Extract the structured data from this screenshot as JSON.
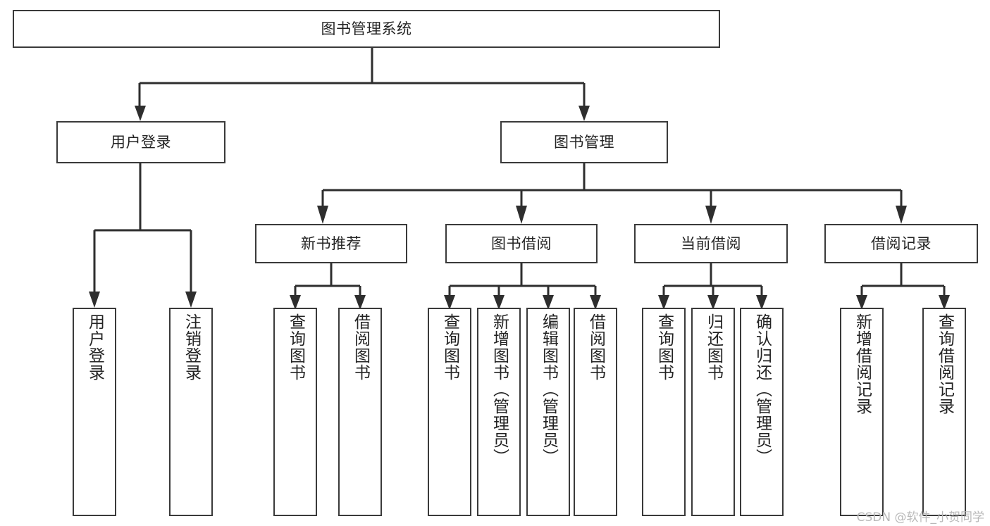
{
  "diagram": {
    "title": "图书管理系统",
    "type": "tree-hierarchy-chart",
    "watermark": "CSDN @软件_小贺同学",
    "colors": {
      "stroke": "#3a3a3a",
      "fill": "#ffffff",
      "text": "#232323",
      "watermark": "#b9b9b9"
    },
    "nodes": {
      "root": {
        "label": "图书管理系统"
      },
      "level2": [
        {
          "label": "用户登录"
        },
        {
          "label": "图书管理"
        }
      ],
      "level3": [
        {
          "label": "新书推荐"
        },
        {
          "label": "图书借阅"
        },
        {
          "label": "当前借阅"
        },
        {
          "label": "借阅记录"
        }
      ],
      "leaves": {
        "user_login": [
          {
            "label": "用户登录"
          },
          {
            "label": "注销登录"
          }
        ],
        "new_book_recommend": [
          {
            "label": "查询图书"
          },
          {
            "label": "借阅图书"
          }
        ],
        "book_borrow": [
          {
            "label": "查询图书"
          },
          {
            "label": "新增图书（管理员）"
          },
          {
            "label": "编辑图书（管理员）"
          },
          {
            "label": "借阅图书"
          }
        ],
        "current_borrow": [
          {
            "label": "查询图书"
          },
          {
            "label": "归还图书"
          },
          {
            "label": "确认归还（管理员）"
          }
        ],
        "borrow_record": [
          {
            "label": "新增借阅记录"
          },
          {
            "label": "查询借阅记录"
          }
        ]
      }
    }
  }
}
